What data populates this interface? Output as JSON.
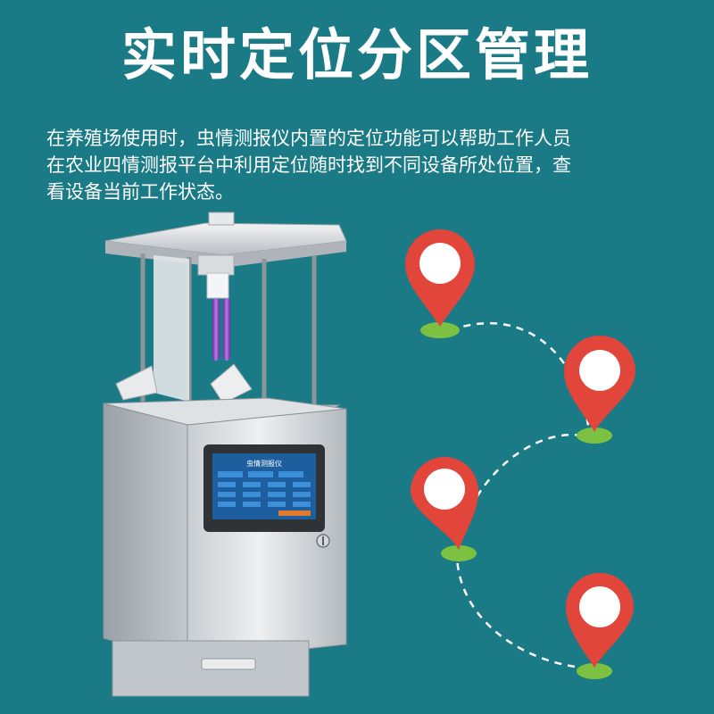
{
  "title": "实时定位分区管理",
  "description": [
    "在养殖场使用时，虫情测报仪内置的定位功能可以帮助工作人员",
    "在农业四情测报平台中利用定位随时找到不同设备所处位置，查",
    "看设备当前工作状态。"
  ],
  "device": {
    "screen_title": "虫情测报仪"
  },
  "colors": {
    "background": "#1a7a86",
    "pin": "#e2453a",
    "pin_base": "#7cc142",
    "route": "#ffffff"
  }
}
